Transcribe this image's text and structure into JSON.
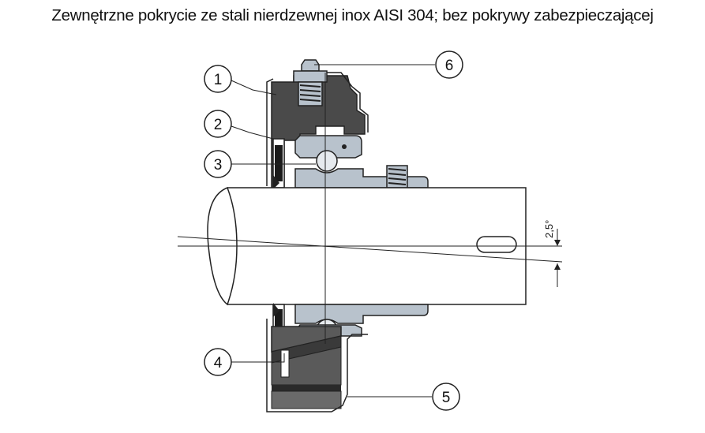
{
  "title": "Zewnętrzne pokrycie ze stali nierdzewnej inox AISI 304; bez pokrywy zabezpieczającej",
  "callouts": [
    "1",
    "2",
    "3",
    "4",
    "5",
    "6"
  ],
  "angle_label": "2,5°",
  "colors": {
    "housing": "#4a4a4a",
    "bearing": "#b8c2cc",
    "shaft": "#ffffff",
    "outline": "#222222"
  }
}
